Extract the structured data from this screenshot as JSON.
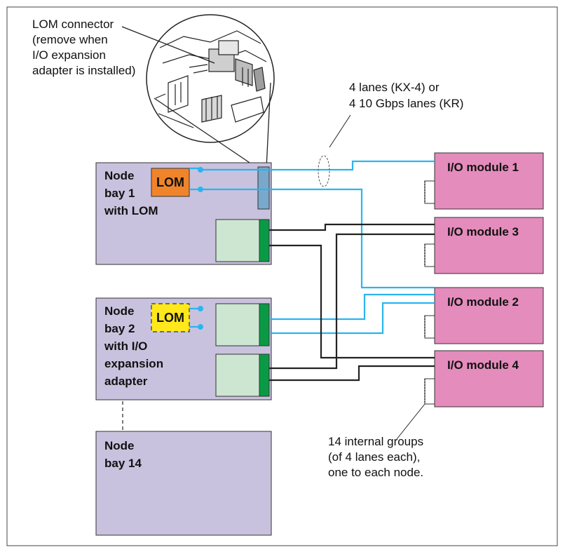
{
  "colors": {
    "node_fill": "#c9c2de",
    "module_fill": "#e48cbc",
    "lom_onboard": "#f0842a",
    "lom_optional": "#ffe81c",
    "connector_green": "#0a9a45",
    "adapter_fill": "#cce6d2",
    "lane_blue": "#2ab5ee",
    "lane_black": "#222222",
    "lom_connector": "#7aa8cc"
  },
  "callouts": {
    "lom_connector": [
      "LOM connector",
      "(remove when",
      "I/O expansion",
      "adapter is installed)"
    ],
    "lanes": [
      "4 lanes (KX-4) or",
      "4 10 Gbps lanes (KR)"
    ],
    "internal_groups": [
      "14 internal groups",
      "(of 4 lanes each),",
      "one to each node."
    ]
  },
  "nodes": [
    {
      "lines": [
        "Node",
        "bay 1",
        "with LOM"
      ],
      "lom": "LOM"
    },
    {
      "lines": [
        "Node",
        "bay 2",
        "with I/O",
        "expansion",
        "adapter"
      ],
      "lom": "LOM"
    },
    {
      "lines": [
        "Node",
        "bay 14"
      ]
    }
  ],
  "modules": [
    "I/O module 1",
    "I/O module 3",
    "I/O module 2",
    "I/O module 4"
  ],
  "icons": {
    "zoom": "lom-connector-zoom-icon",
    "lane_group": "lane-group-ellipse-icon",
    "port": "internal-port-icon"
  }
}
